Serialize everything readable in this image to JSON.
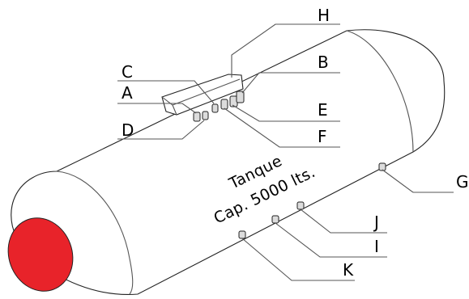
{
  "tank": {
    "line1": "Tanque",
    "line2": "Cap. 5000 lts."
  },
  "labels": {
    "A": "A",
    "B": "B",
    "C": "C",
    "D": "D",
    "E": "E",
    "F": "F",
    "G": "G",
    "H": "H",
    "I": "I",
    "J": "J",
    "K": "K"
  },
  "colors": {
    "end_cap": "#e8232a",
    "outline": "#222222",
    "leader": "#555555"
  }
}
